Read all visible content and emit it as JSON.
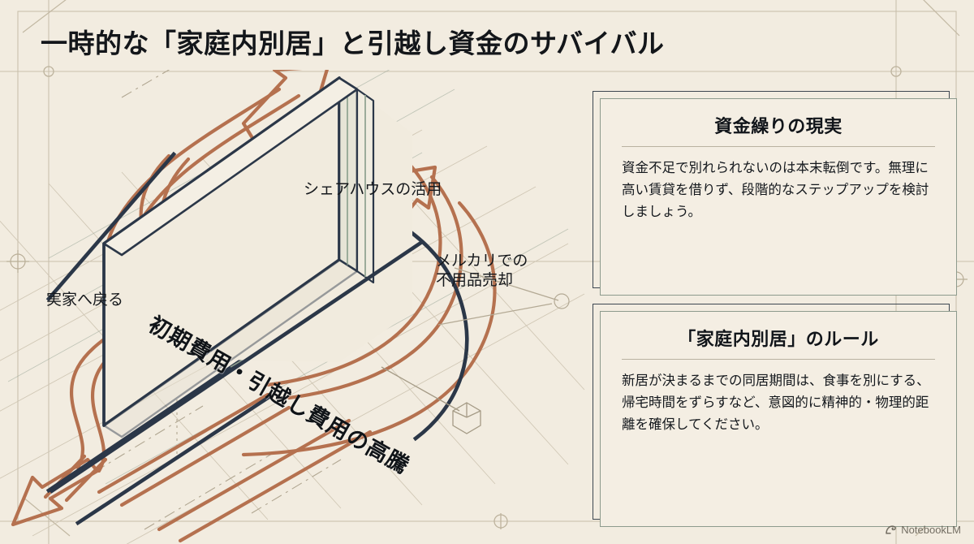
{
  "slide": {
    "title": "一時的な「家庭内別居」と引越し資金のサバイバル",
    "background_color": "#f2ece0",
    "accent_navy": "#2f3b4c",
    "accent_terracotta": "#b5714f",
    "accent_sage": "#8d9b8d",
    "frame_color": "#c9c0ac"
  },
  "illustration": {
    "center_slab_label": "初期費用・引越し費用の高騰",
    "labels": [
      {
        "id": "share-house",
        "text": "シェアハウスの活用"
      },
      {
        "id": "mercari",
        "text": "メルカリでの\n不用品売却"
      },
      {
        "id": "parents-home",
        "text": "実家へ戻る"
      }
    ],
    "mercari_line1": "メルカリでの",
    "mercari_line2": "不用品売却",
    "markers": {
      "cube": "isometric-cube-marker",
      "node_circle": "node-circle-marker",
      "crosshair": "registration-crosshair"
    }
  },
  "cards": [
    {
      "title": "資金繰りの現実",
      "body": "資金不足で別れられないのは本末転倒です。無理に高い賃貸を借りず、段階的なステップアップを検討しましょう。"
    },
    {
      "title": "「家庭内別居」のルール",
      "body": "新居が決まるまでの同居期間は、食事を別にする、帰宅時間をずらすなど、意図的に精神的・物理的距離を確保してください。"
    }
  ],
  "watermark": {
    "label": "NotebookLM",
    "icon": "notebooklm-logo-icon"
  }
}
